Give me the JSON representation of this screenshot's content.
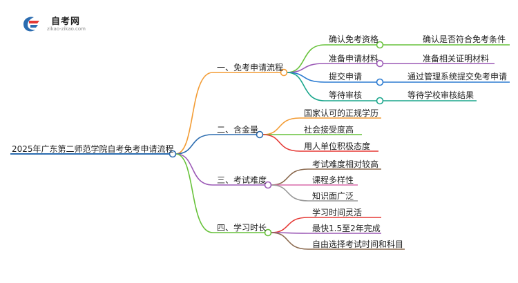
{
  "logo": {
    "title": "自考网",
    "subtitle": "zikao-zikao.com",
    "colors": {
      "blue": "#2b6cb0",
      "red": "#e53935"
    }
  },
  "root": {
    "label": "2025年广东第二师范学院自考免考申请流程"
  },
  "branches": [
    {
      "label": "一、免考申请流程",
      "color": "#f39c34",
      "children": [
        {
          "label": "确认免考资格",
          "color": "#67c23a",
          "children": [
            {
              "label": "确认是否符合免考条件"
            }
          ]
        },
        {
          "label": "准备申请材料",
          "color": "#9b59b6",
          "children": [
            {
              "label": "准备相关证明材料"
            }
          ]
        },
        {
          "label": "提交申请",
          "color": "#2b7bd1",
          "children": [
            {
              "label": "通过管理系统提交免考申请"
            }
          ]
        },
        {
          "label": "等待审核",
          "color": "#1aa68c",
          "children": [
            {
              "label": "等待学校审核结果"
            }
          ]
        }
      ]
    },
    {
      "label": "二、含金量",
      "color": "#2b6cb0",
      "children": [
        {
          "label": "国家认可的正规学历",
          "color": "#f39c34"
        },
        {
          "label": "社会接受度高",
          "color": "#67c23a"
        },
        {
          "label": "用人单位积极态度",
          "color": "#e53935"
        }
      ]
    },
    {
      "label": "三、考试难度",
      "color": "#9b59b6",
      "children": [
        {
          "label": "考试难度相对较高",
          "color": "#8b6a4f"
        },
        {
          "label": "课程多样性",
          "color": "#d86aaa"
        },
        {
          "label": "知识面广泛",
          "color": "#999999"
        }
      ]
    },
    {
      "label": "四、学习时长",
      "color": "#67c23a",
      "children": [
        {
          "label": "学习时间灵活",
          "color": "#e53935"
        },
        {
          "label": "最快1.5至2年完成",
          "color": "#9b59b6"
        },
        {
          "label": "自由选择考试时间和科目",
          "color": "#8b6a4f"
        }
      ]
    }
  ],
  "root_color": "#2b6cb0"
}
